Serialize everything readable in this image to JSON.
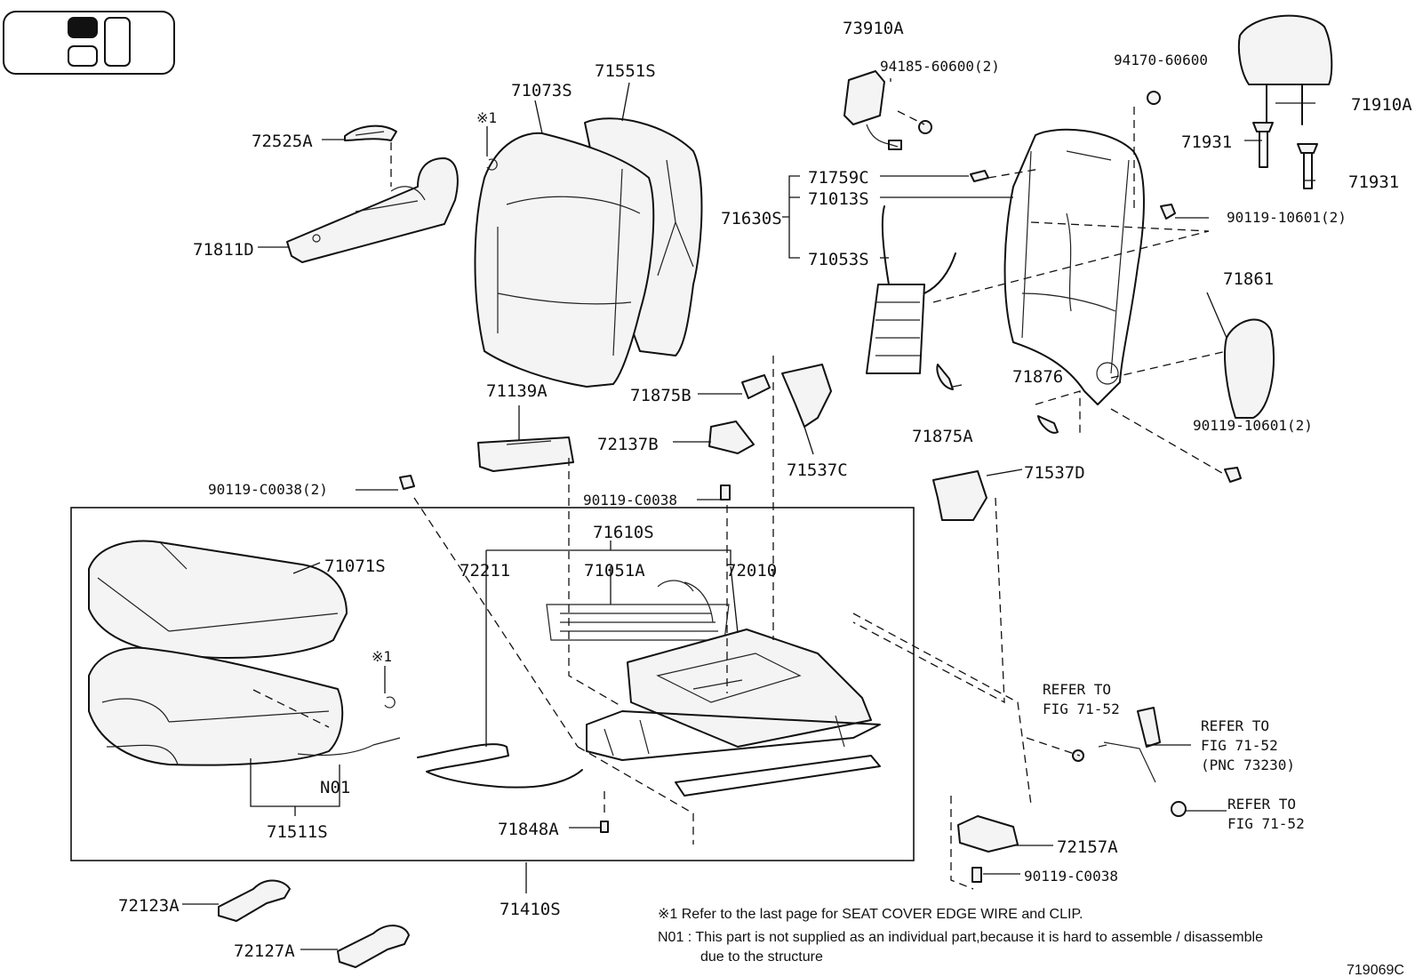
{
  "diagram_id": "719069C",
  "parts": {
    "p72525A": "72525A",
    "p71811D": "71811D",
    "p71073S": "71073S",
    "p71551S": "71551S",
    "p73910A": "73910A",
    "p94185": "94185-60600(2)",
    "p94170": "94170-60600",
    "p71910A": "71910A",
    "p71931a": "71931",
    "p71931b": "71931",
    "p71759C": "71759C",
    "p71013S": "71013S",
    "p71630S": "71630S",
    "p71053S": "71053S",
    "p90119_10601a": "90119-10601(2)",
    "p71861": "71861",
    "p90119_10601b": "90119-10601(2)",
    "p71876": "71876",
    "p71875A": "71875A",
    "p71875B": "71875B",
    "p71139A": "71139A",
    "p72137B": "72137B",
    "p71537C": "71537C",
    "p71537D": "71537D",
    "p90119_C0038a": "90119-C0038(2)",
    "p90119_C0038b": "90119-C0038",
    "p71610S": "71610S",
    "p71071S": "71071S",
    "p72211": "72211",
    "p71051A": "71051A",
    "p72010": "72010",
    "p71511S": "71511S",
    "pN01": "N01",
    "p71848A": "71848A",
    "p71410S": "71410S",
    "p72157A": "72157A",
    "p90119_C0038c": "90119-C0038",
    "p72123A": "72123A",
    "p72127A": "72127A",
    "mark1a": "※1",
    "mark1b": "※1"
  },
  "refs": {
    "refA1": "REFER TO",
    "refA2": "FIG 71-52",
    "refB1": "REFER TO",
    "refB2": "FIG 71-52",
    "refB3": "(PNC 73230)",
    "refC1": "REFER TO",
    "refC2": "FIG 71-52"
  },
  "notes": {
    "note1": "※1  Refer to the last page for SEAT COVER EDGE WIRE and CLIP.",
    "note2a": "N01 :  This part is not supplied as an individual part,because it is hard to assemble / disassemble",
    "note2b": "due to the structure"
  }
}
